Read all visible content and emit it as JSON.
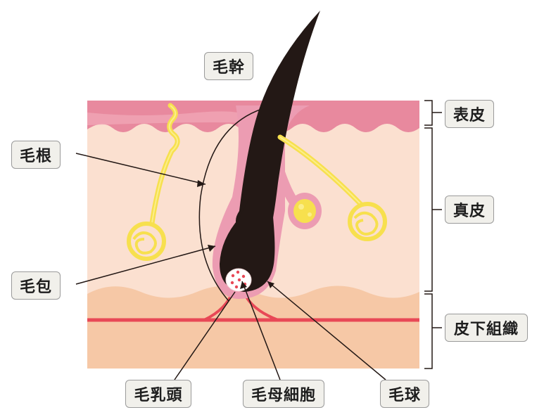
{
  "labels": {
    "hair_shaft": "毛幹",
    "hair_root": "毛根",
    "hair_follicle": "毛包",
    "dermal_papilla": "毛乳頭",
    "hair_matrix_cells": "毛母細胞",
    "hair_bulb": "毛球",
    "epidermis": "表皮",
    "dermis": "真皮",
    "subcutaneous_tissue": "皮下組織"
  },
  "colors": {
    "epidermis": "#e8899e",
    "dermis": "#fbe0d0",
    "subcutaneous": "#f6c8a6",
    "follicle_sheath": "#ec9cb2",
    "hair": "#231815",
    "sweat_gland": "#f7e04e",
    "blood_vessel": "#e84856"
  }
}
